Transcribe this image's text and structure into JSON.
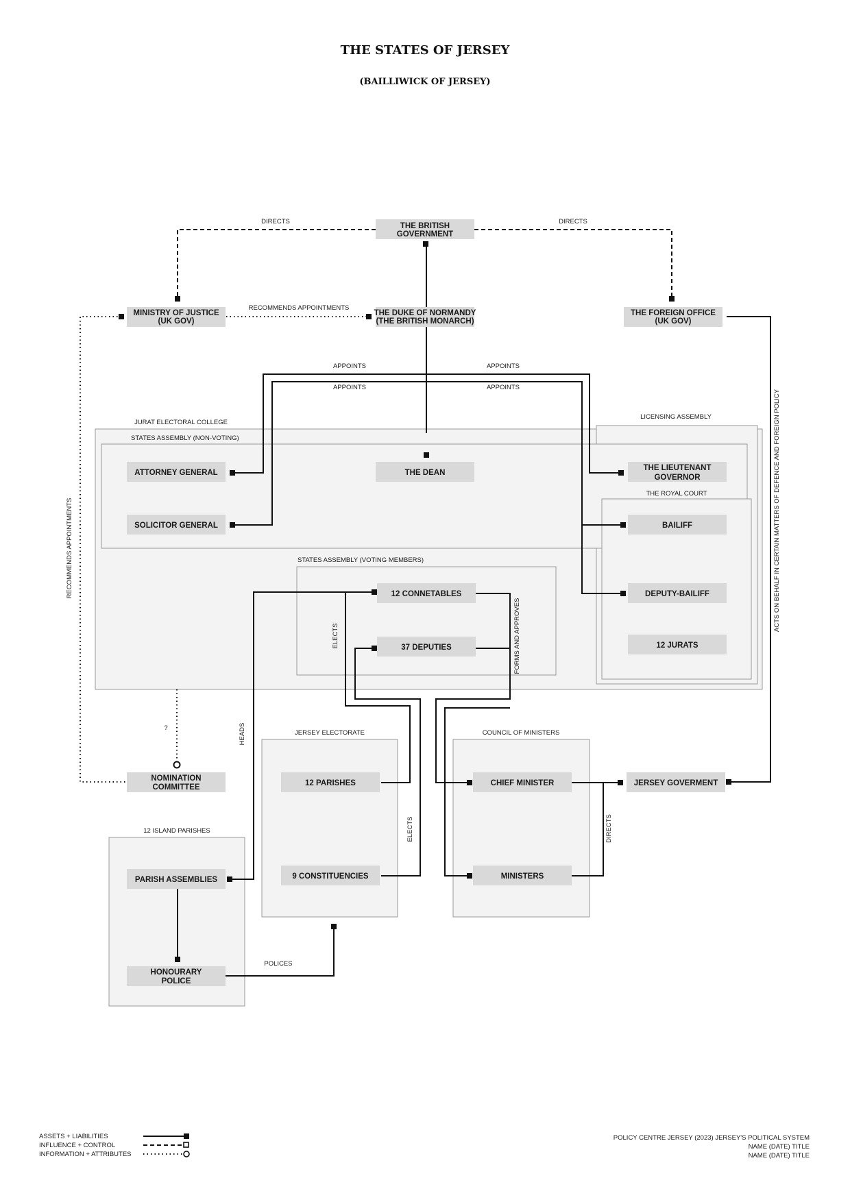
{
  "title": "THE STATES OF JERSEY",
  "subtitle": "(BAILLIWICK OF JERSEY)",
  "nodes": {
    "british_government": [
      "THE BRITISH",
      "GOVERNMENT"
    ],
    "ministry_of_justice": [
      "MINISTRY OF JUSTICE",
      "(UK GOV)"
    ],
    "duke_of_normandy": [
      "THE DUKE OF NORMANDY",
      "(THE BRITISH MONARCH)"
    ],
    "foreign_office": [
      "THE FOREIGN OFFICE",
      "(UK GOV)"
    ],
    "attorney_general": [
      "ATTORNEY GENERAL"
    ],
    "the_dean": [
      "THE DEAN"
    ],
    "lieutenant_governor": [
      "THE LIEUTENANT",
      "GOVERNOR"
    ],
    "solicitor_general": [
      "SOLICITOR GENERAL"
    ],
    "bailiff": [
      "BAILIFF"
    ],
    "connetables": [
      "12 CONNETABLES"
    ],
    "deputy_bailiff": [
      "DEPUTY-BAILIFF"
    ],
    "deputies": [
      "37 DEPUTIES"
    ],
    "jurats": [
      "12 JURATS"
    ],
    "nomination_committee": [
      "NOMINATION",
      "COMMITTEE"
    ],
    "parishes": [
      "12 PARISHES"
    ],
    "chief_minister": [
      "CHIEF MINISTER"
    ],
    "jersey_government": [
      "JERSEY GOVERMENT"
    ],
    "parish_assemblies": [
      "PARISH ASSEMBLIES"
    ],
    "constituencies": [
      "9 CONSTITUENCIES"
    ],
    "ministers": [
      "MINISTERS"
    ],
    "honourary_police": [
      "HONOURARY",
      "POLICE"
    ]
  },
  "groups": {
    "jurat_electoral_college": "JURAT ELECTORAL COLLEGE",
    "states_assembly_non_voting": "STATES ASSEMBLY (NON-VOTING)",
    "licensing_assembly": "LICENSING ASSEMBLY",
    "royal_court": "THE ROYAL COURT",
    "states_assembly_voting": "STATES ASSEMBLY (VOTING MEMBERS)",
    "jersey_electorate": "JERSEY ELECTORATE",
    "council_of_ministers": "COUNCIL OF MINISTERS",
    "island_parishes": "12 ISLAND PARISHES"
  },
  "edge_labels": {
    "directs_left": "DIRECTS",
    "directs_right": "DIRECTS",
    "recommends_appointments_top": "RECOMMENDS APPOINTMENTS",
    "appoints_1": "APPOINTS",
    "appoints_2": "APPOINTS",
    "appoints_3": "APPOINTS",
    "appoints_4": "APPOINTS",
    "recommends_appointments_side": "RECOMMENDS APPOINTMENTS",
    "acts_on_behalf": "ACTS ON BEHALF IN CERTAIN MATTERS OF DEFENCE AND FOREIGN POLICY",
    "elects_1": "ELECTS",
    "forms_and_approves": "FORMS AND APPROVES",
    "question": "?",
    "heads": "HEADS",
    "elects_2": "ELECTS",
    "directs_ministers": "DIRECTS",
    "polices": "POLICES"
  },
  "legend": [
    {
      "label": "ASSETS + LIABILITIES",
      "style": "solid"
    },
    {
      "label": "INFLUENCE + CONTROL",
      "style": "dashed"
    },
    {
      "label": "INFORMATION + ATTRIBUTES",
      "style": "dotted"
    }
  ],
  "citation": [
    "POLICY CENTRE JERSEY (2023) JERSEY'S POLITICAL SYSTEM",
    "NAME (DATE) TITLE",
    "NAME (DATE) TITLE"
  ]
}
